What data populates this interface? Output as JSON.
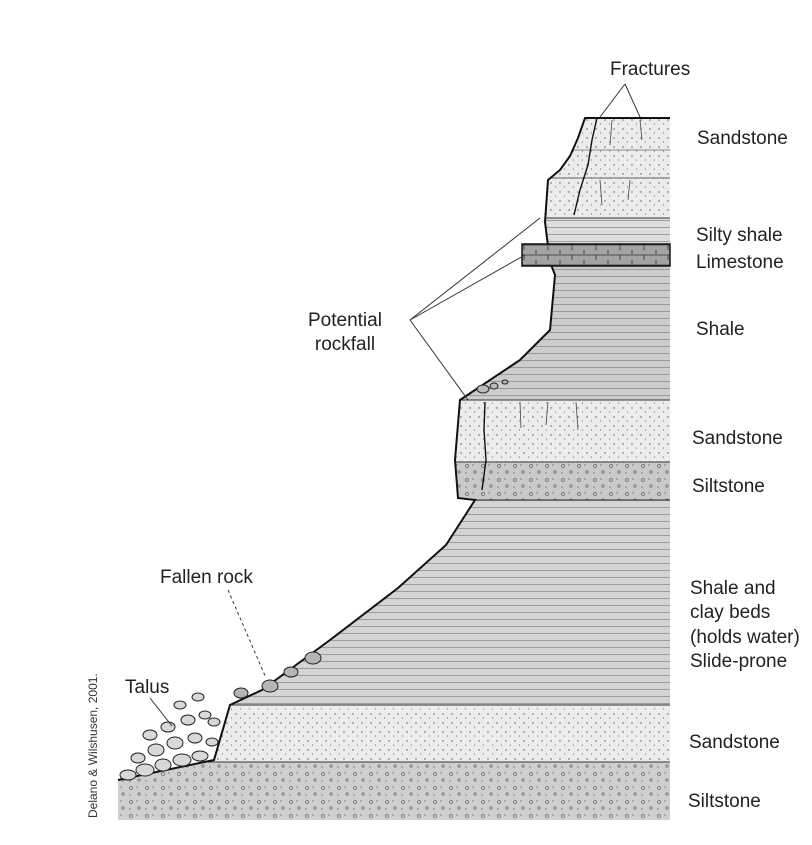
{
  "labels": {
    "fractures": "Fractures",
    "potential_rockfall": "Potential\nrockfall",
    "fallen_rock": "Fallen rock",
    "talus": "Talus"
  },
  "layers": [
    "Sandstone",
    "Silty shale",
    "Limestone",
    "Shale",
    "Sandstone",
    "Siltstone",
    "Shale and\nclay beds\n(holds water)\nSlide-prone",
    "Sandstone",
    "Siltstone"
  ],
  "credit": "Delano & Wilshusen, 2001.",
  "colors": {
    "sandstone": "#ececec",
    "shale": "#cdcdcd",
    "limestone": "#9a9a9a",
    "siltstone": "#c9c9c9",
    "outline": "#222222"
  }
}
